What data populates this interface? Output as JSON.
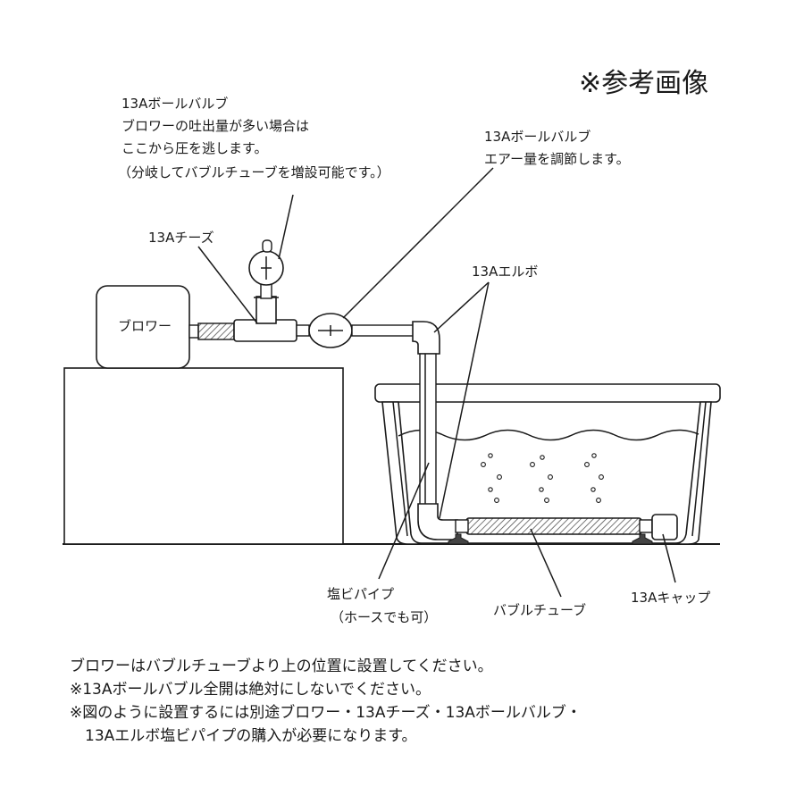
{
  "header": {
    "reference_label": "※参考画像"
  },
  "labels": {
    "valve_top": [
      "13Aボールバルブ",
      "ブロワーの吐出量が多い場合は",
      "ここから圧を逃します。",
      "（分岐してバブルチューブを増設可能です。）"
    ],
    "valve_right": [
      "13Aボールバルブ",
      "エアー量を調節します。"
    ],
    "tee": "13Aチーズ",
    "elbow": "13Aエルボ",
    "blower": "ブロワー",
    "pipe": [
      "塩ビパイプ",
      "（ホースでも可）"
    ],
    "bubble_tube": "バブルチューブ",
    "cap": "13Aキャップ"
  },
  "notes": [
    "ブロワーはバブルチューブより上の位置に設置してください。",
    "※13Aボールバブル全開は絶対にしないでください。",
    "※図のように設置するには別途ブロワー・13Aチーズ・13Aボールバルブ・",
    "　13Aエルボ塩ビパイプの購入が必要になります。"
  ],
  "colors": {
    "line": "#1a1a1a",
    "background": "#ffffff",
    "hatch": "#555555"
  }
}
